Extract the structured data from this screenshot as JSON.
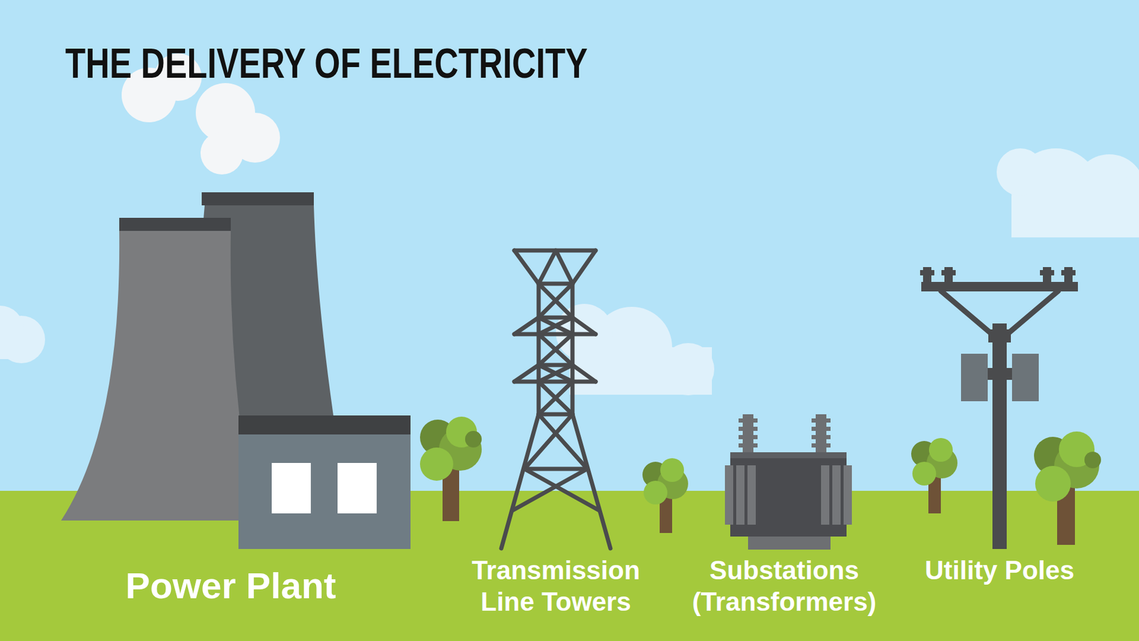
{
  "diagram": {
    "title": "THE DELIVERY OF ELECTRICITY",
    "labels": [
      "Power Plant",
      "Transmission Line Towers",
      "Substations (Transformers)",
      "Utility Poles"
    ]
  }
}
